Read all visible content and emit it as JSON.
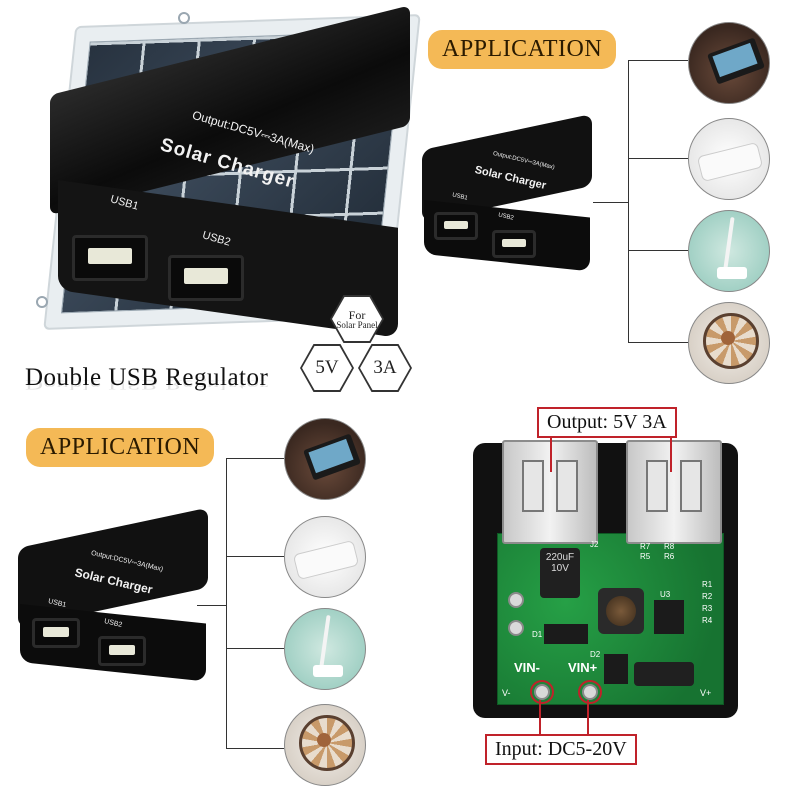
{
  "product_title": "Double USB Regulator",
  "charger_top_label": "Solar Charger",
  "charger_output_label": "Output:DC5V⎓3A(Max)",
  "usb1_label": "USB1",
  "usb2_label": "USB2",
  "application_label": "APPLICATION",
  "hexagons": {
    "for_line1": "For",
    "for_line2": "Solar Panel",
    "voltage": "5V",
    "current": "3A"
  },
  "pcb": {
    "output_callout": "Output: 5V 3A",
    "input_callout": "Input: DC5-20V",
    "cap_text_1": "220uF",
    "cap_text_2": "10V",
    "vin_minus": "VIN-",
    "vin_plus": "VIN+",
    "v_minus": "V-",
    "v_plus": "V+",
    "u3": "U3",
    "d1": "D1",
    "d2": "D2",
    "j2": "J2",
    "r7": "R7",
    "r8": "R8",
    "r5": "R5",
    "r6": "R6",
    "r1": "R1",
    "r2": "R2",
    "r3": "R3",
    "r4": "R4"
  },
  "application_items": [
    {
      "icon": "smartphone-charging-icon"
    },
    {
      "icon": "power-bank-icon"
    },
    {
      "icon": "usb-lamp-icon"
    },
    {
      "icon": "usb-fan-icon"
    }
  ],
  "colors": {
    "badge": "#f4b956",
    "callout_border": "#c0222a",
    "pcb_green": "#1f8a3c",
    "case_black": "#111111"
  }
}
